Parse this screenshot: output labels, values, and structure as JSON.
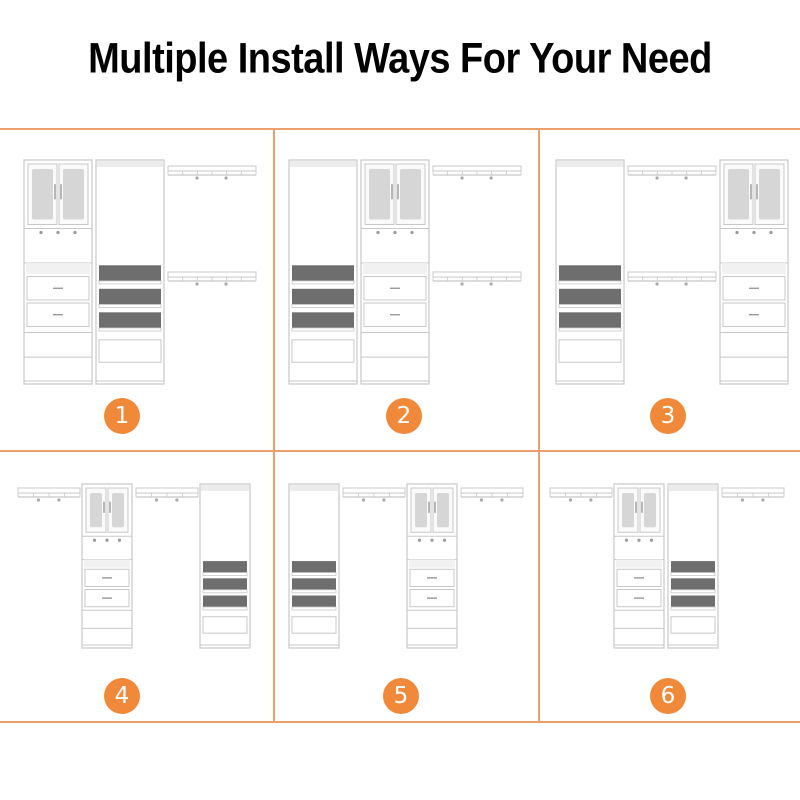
{
  "title": "Multiple Install Ways For Your Need",
  "colors": {
    "accent": "#f0893a",
    "line": "#e9a06a",
    "unit_stroke": "#c8c8c8",
    "drawer_dark": "#6e6e6e"
  },
  "options": [
    {
      "number": "1",
      "units": [
        "cabinet",
        "drawer-tower",
        "rod-pair"
      ]
    },
    {
      "number": "2",
      "units": [
        "drawer-tower",
        "cabinet",
        "rod-pair"
      ]
    },
    {
      "number": "3",
      "units": [
        "drawer-tower",
        "rod-pair",
        "cabinet"
      ]
    },
    {
      "number": "4",
      "units": [
        "rod-single",
        "cabinet",
        "rod-single",
        "drawer-tower"
      ]
    },
    {
      "number": "5",
      "units": [
        "drawer-tower",
        "rod-single",
        "cabinet",
        "rod-single"
      ]
    },
    {
      "number": "6",
      "units": [
        "rod-single",
        "cabinet",
        "drawer-tower",
        "rod-single"
      ]
    }
  ]
}
